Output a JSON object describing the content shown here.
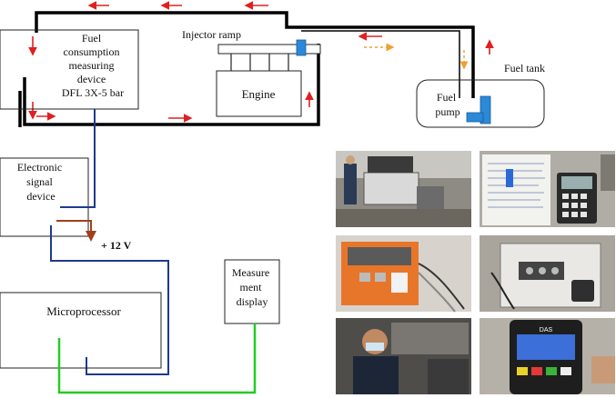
{
  "diagram": {
    "fuel_device_label": [
      "Fuel",
      "consumption",
      "measuring",
      "device",
      "DFL 3X-5 bar"
    ],
    "injector_ramp_label": "Injector ramp",
    "engine_label": "Engine",
    "fuel_tank_label": "Fuel tank",
    "fuel_pump_label": [
      "Fuel",
      "pump"
    ],
    "signal_device_label": [
      "Electronic",
      "signal",
      "device"
    ],
    "voltage_label": "+ 12 V",
    "microprocessor_label": "Microprocessor",
    "display_label": [
      "Measure",
      "ment",
      "display"
    ]
  },
  "colors": {
    "fuel_line": "#000000",
    "flow_arrow": "#e02020",
    "return_arrow": "#f0a030",
    "signal_wire": "#1f3a8a",
    "power_wire": "#a0401a",
    "data_wire": "#22cc22",
    "sensor": "#2a8ad8"
  },
  "photos": [
    {
      "name": "photo-car-test",
      "scene": "vehicle-with-open-hood"
    },
    {
      "name": "photo-notes-device",
      "scene": "notes-and-keypad"
    },
    {
      "name": "photo-orange-instrument",
      "scene": "orange-instrument"
    },
    {
      "name": "photo-measuring-unit",
      "scene": "measuring-unit"
    },
    {
      "name": "photo-operator",
      "scene": "operator-in-car"
    },
    {
      "name": "photo-das-display",
      "scene": "das-handheld"
    }
  ],
  "das_screen_text": "DAS"
}
